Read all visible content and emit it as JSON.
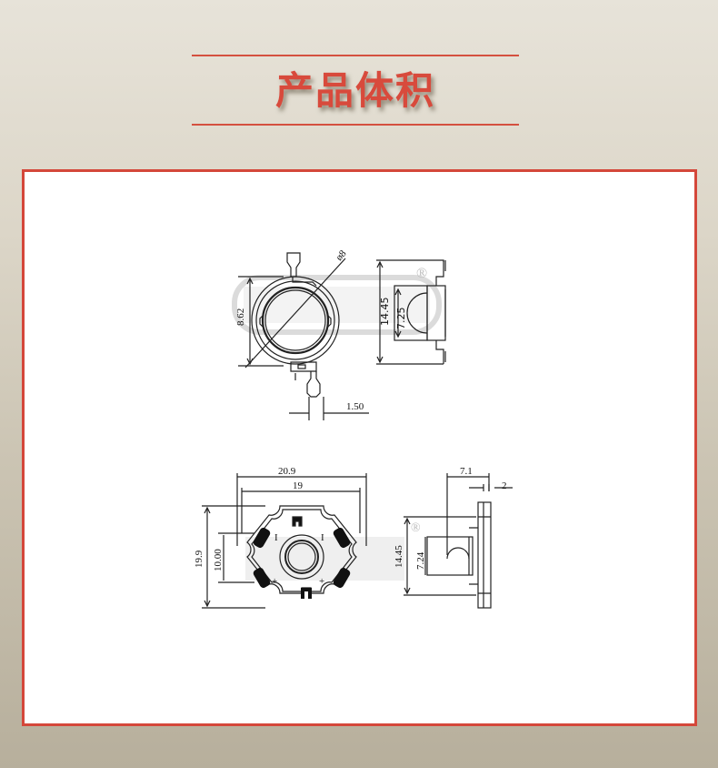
{
  "header": {
    "title": "产品体积",
    "accent_color": "#d84a3c"
  },
  "card": {
    "border_color": "#d4473a"
  },
  "drawing_top": {
    "front_view": {
      "dim_height": "8.62",
      "dim_diameter": "ø8",
      "dim_lead_width": "1.50"
    },
    "side_view": {
      "dim_total_height": "14.45",
      "dim_lens_height": "7.25",
      "mark": "®"
    }
  },
  "drawing_bottom": {
    "star_board": {
      "dim_width_outer": "20.9",
      "dim_width_inner": "19",
      "dim_height": "19.9",
      "dim_pad_spacing": "10.00",
      "polarity_neg": "I",
      "polarity_pos": "+"
    },
    "side_view": {
      "dim_depth": "7.1",
      "dim_board_thickness": "2",
      "dim_total_height": "14.45",
      "dim_lens_height": "7.24",
      "mark": "®"
    }
  }
}
